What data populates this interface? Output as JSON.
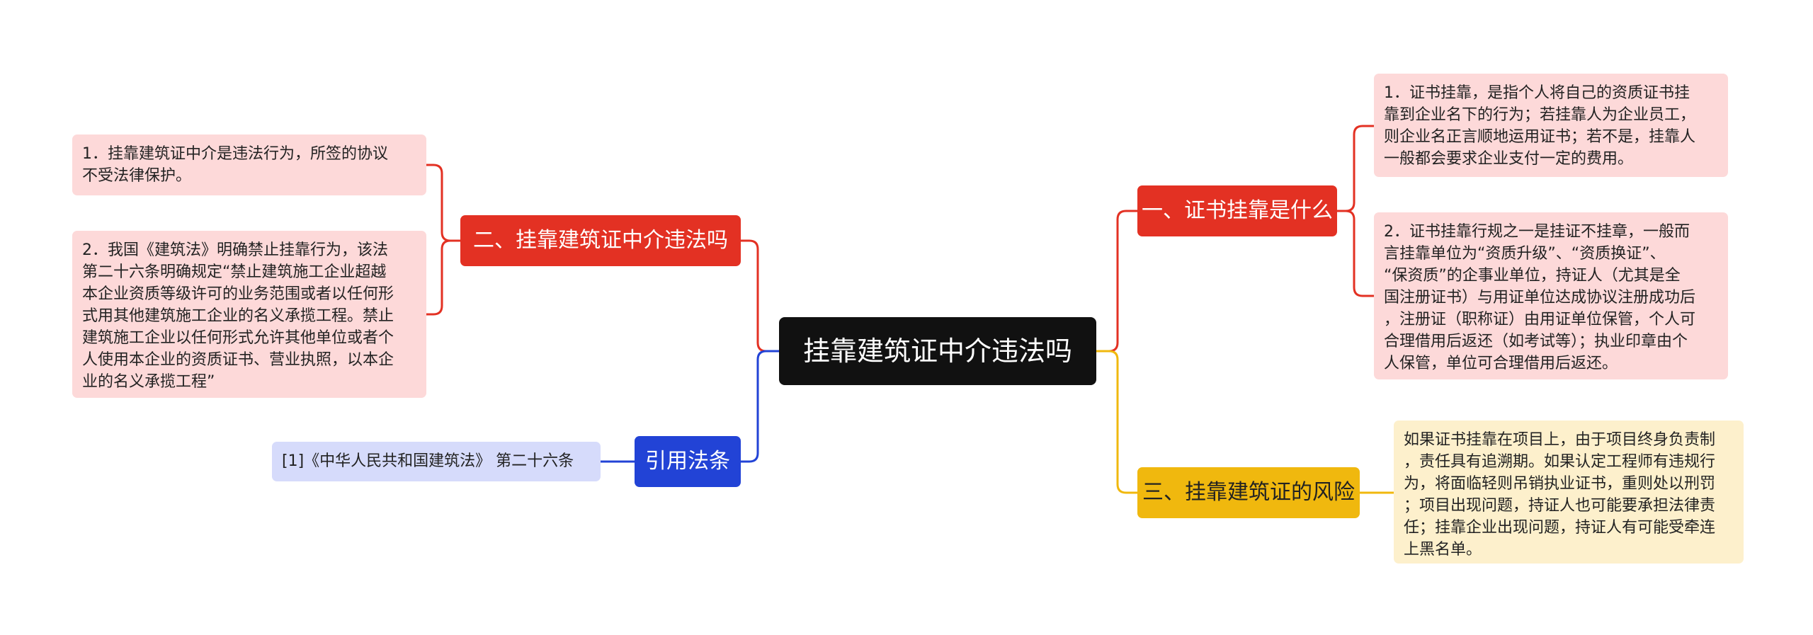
{
  "root": {
    "title": "挂靠建筑证中介违法吗"
  },
  "branches": {
    "what": {
      "label": "一、证书挂靠是什么",
      "color": "#e33123",
      "items": [
        "1．证书挂靠，是指个人将自己的资质证书挂\n靠到企业名下的行为；若挂靠人为企业员工，\n则企业名正言顺地运用证书；若不是，挂靠人\n一般都会要求企业支付一定的费用。",
        "2．证书挂靠行规之一是挂证不挂章，一般而\n言挂靠单位为“资质升级”、“资质换证”、\n“保资质”的企事业单位，持证人（尤其是全\n国注册证书）与用证单位达成协议注册成功后\n，注册证（职称证）由用证单位保管，个人可\n合理借用后返还（如考试等）；执业印章由个\n人保管，单位可合理借用后返还。"
      ]
    },
    "illegal": {
      "label": "二、挂靠建筑证中介违法吗",
      "color": "#e33123",
      "items": [
        "1．挂靠建筑证中介是违法行为，所签的协议\n不受法律保护。",
        "2．我国《建筑法》明确禁止挂靠行为，该法\n第二十六条明确规定“禁止建筑施工企业超越\n本企业资质等级许可的业务范围或者以任何形\n式用其他建筑施工企业的名义承揽工程。禁止\n建筑施工企业以任何形式允许其他单位或者个\n人使用本企业的资质证书、营业执照，以本企\n业的名义承揽工程”"
      ]
    },
    "risk": {
      "label": "三、挂靠建筑证的风险",
      "color": "#f0b80e",
      "items": [
        "如果证书挂靠在项目上，由于项目终身负责制\n，责任具有追溯期。如果认定工程师有违规行\n为，将面临轻则吊销执业证书，重则处以刑罚\n；项目出现问题，持证人也可能要承担法律责\n任；挂靠企业出现问题，持证人有可能受牵连\n上黑名单。"
      ]
    },
    "law": {
      "label": "引用法条",
      "color": "#2243d6",
      "items": [
        "[1]《中华人民共和国建筑法》 第二十六条"
      ]
    }
  }
}
